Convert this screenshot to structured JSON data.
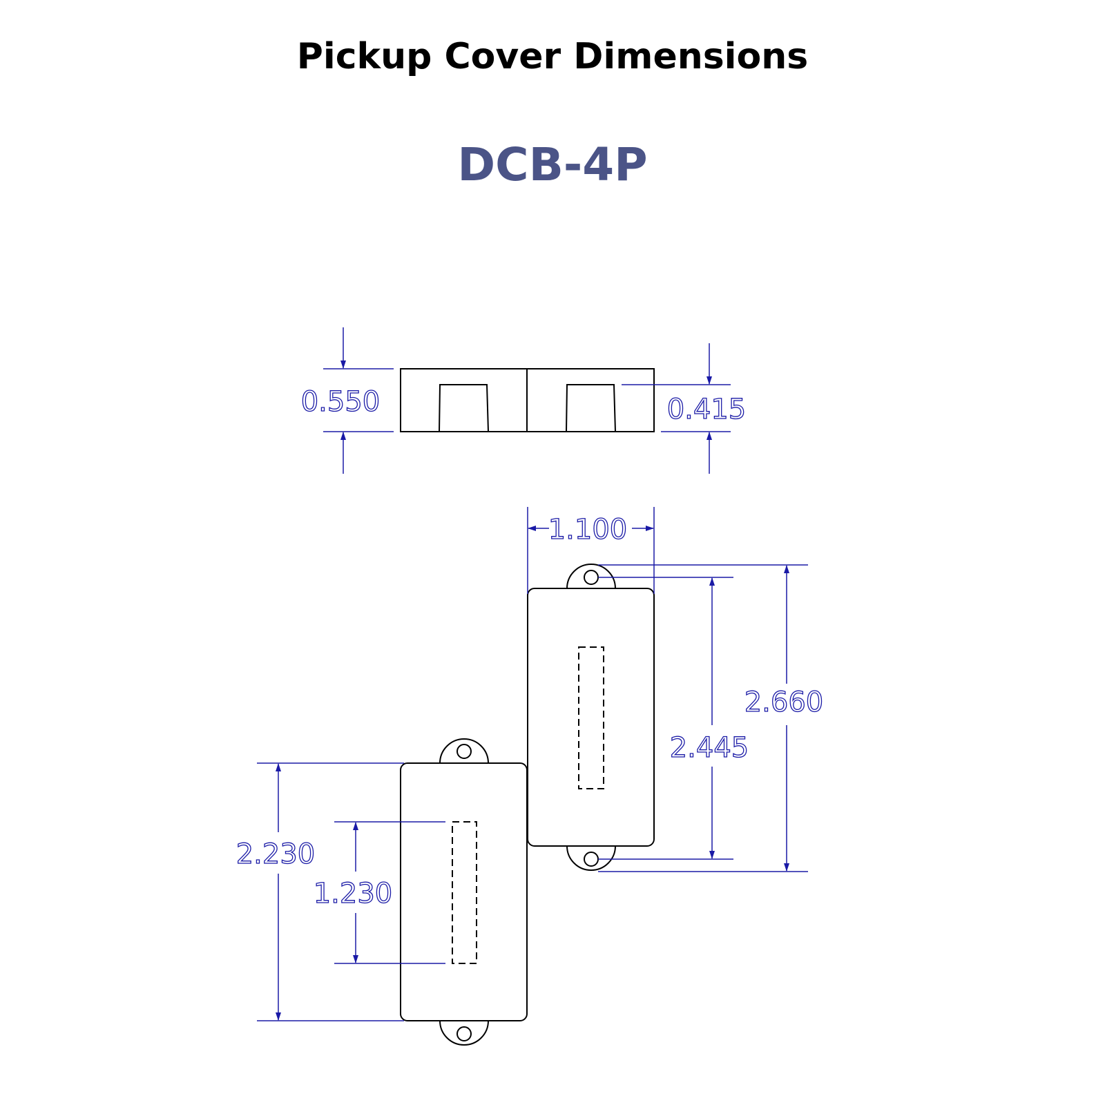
{
  "title": "Pickup Cover Dimensions",
  "model": "DCB-4P",
  "colors": {
    "accent": "#4b5487",
    "dimension": "#1a1aa6",
    "outline": "#000000"
  },
  "dimensions": {
    "height_overall": "0.550",
    "height_recess": "0.415",
    "width": "1.100",
    "length_with_tabs": "2.660",
    "mounting_hole_spacing": "2.445",
    "length_body": "2.230",
    "pole_piece_length": "1.230"
  }
}
